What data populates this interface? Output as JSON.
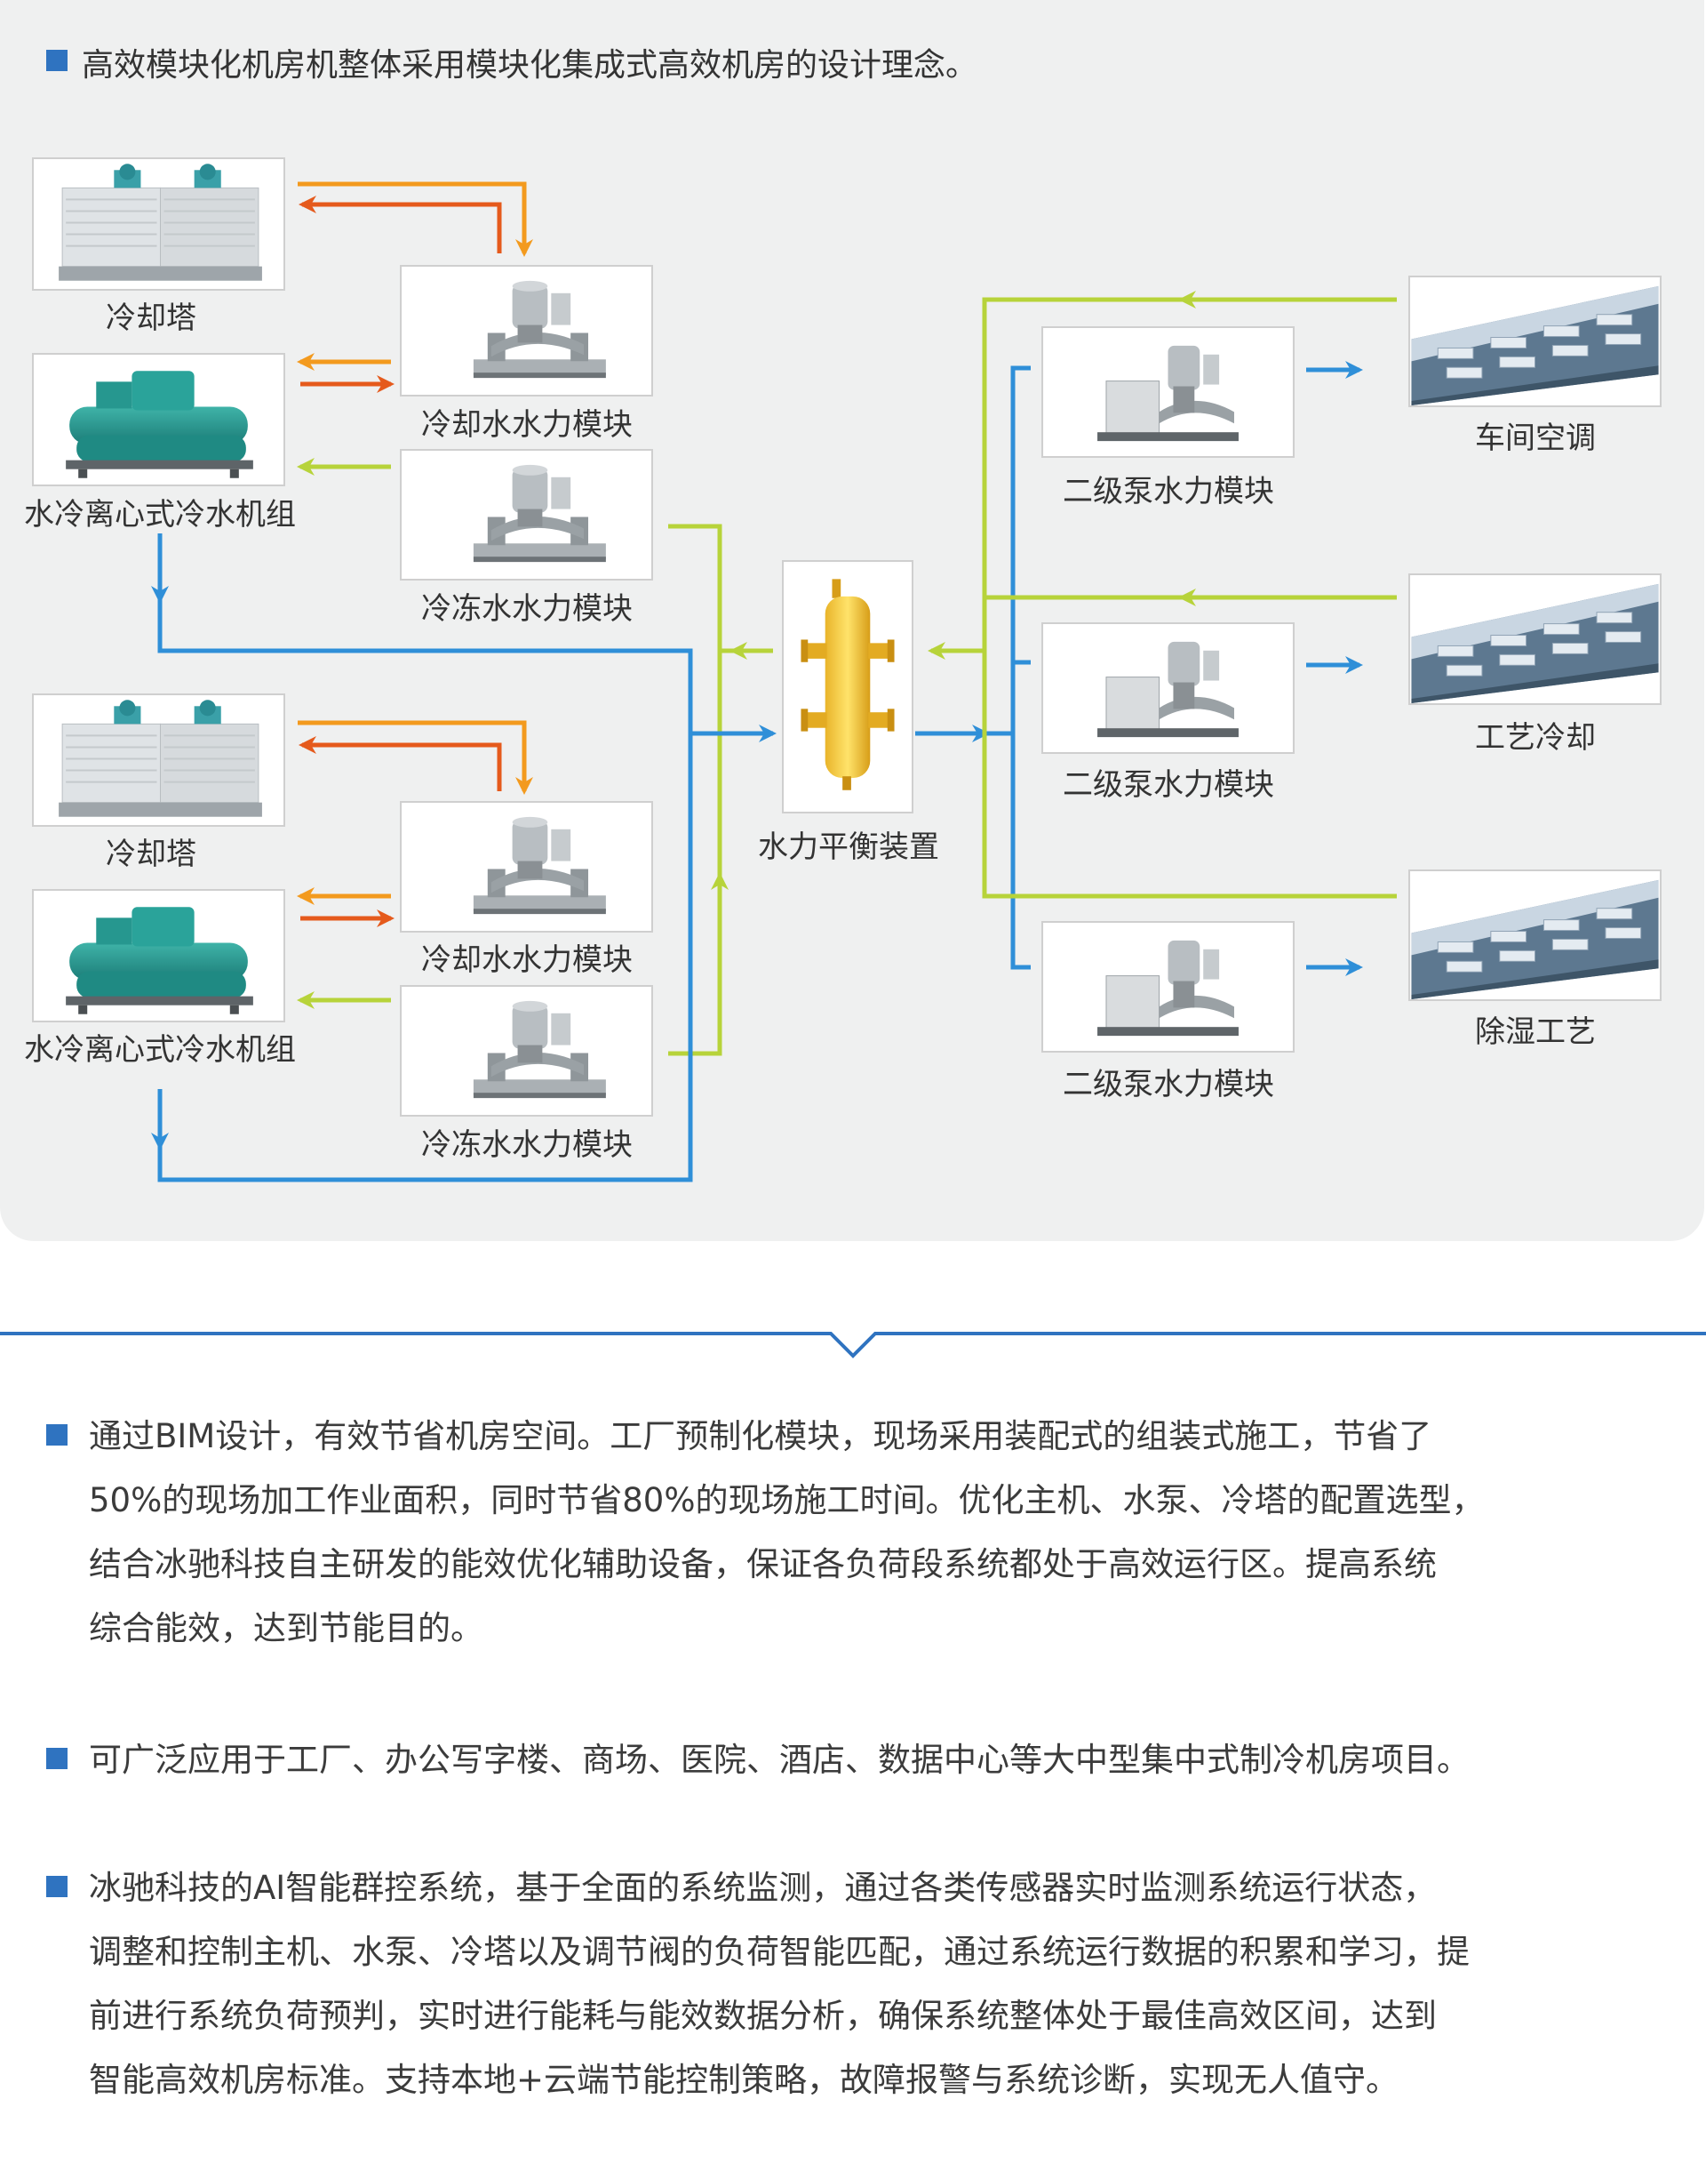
{
  "colors": {
    "accent": "#2f73c0",
    "arrow_orange": "#f39a1e",
    "arrow_red": "#e55a1c",
    "arrow_green": "#b7d33a",
    "arrow_blue": "#2f8fd8",
    "panel_bg": "#eff0f0"
  },
  "heading": "高效模块化机房机整体采用模块化集成式高效机房的设计理念。",
  "labels": {
    "cooling_tower": "冷却塔",
    "chiller": "水冷离心式冷水机组",
    "cooling_water_module": "冷却水水力模块",
    "chilled_water_module": "冷冻水水力模块",
    "balance_device": "水力平衡装置",
    "secondary_pump": "二级泵水力模块",
    "workshop_ac": "车间空调",
    "process_cooling": "工艺冷却",
    "dehumid_process": "除湿工艺"
  },
  "paragraphs": [
    {
      "lines": [
        "通过BIM设计，有效节省机房空间。工厂预制化模块，现场采用装配式的组装式施工，节省了",
        "50%的现场加工作业面积，同时节省80%的现场施工时间。优化主机、水泵、冷塔的配置选型，",
        "结合冰驰科技自主研发的能效优化辅助设备，保证各负荷段系统都处于高效运行区。提高系统",
        "综合能效，达到节能目的。"
      ]
    },
    {
      "lines": [
        "可广泛应用于工厂、办公写字楼、商场、医院、酒店、数据中心等大中型集中式制冷机房项目。"
      ]
    },
    {
      "lines": [
        "冰驰科技的AI智能群控系统，基于全面的系统监测，通过各类传感器实时监测系统运行状态，",
        "调整和控制主机、水泵、冷塔以及调节阀的负荷智能匹配，通过系统运行数据的积累和学习，提",
        "前进行系统负荷预判，实时进行能耗与能效数据分析，确保系统整体处于最佳高效区间，达到",
        "智能高效机房标准。支持本地+云端节能控制策略，故障报警与系统诊断，实现无人值守。"
      ]
    }
  ]
}
